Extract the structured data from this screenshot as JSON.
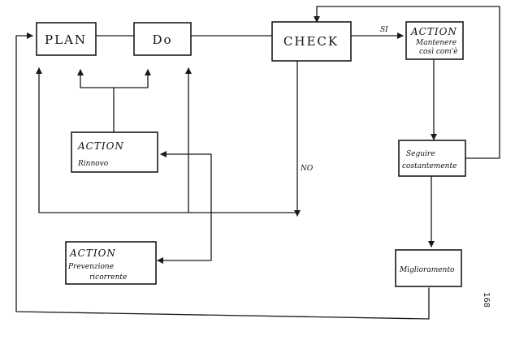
{
  "nodes": {
    "plan": "PLAN",
    "do": "Do",
    "check": "CHECK",
    "action_keep": {
      "title": "ACTION",
      "line1": "Mantenere",
      "line2": "così com'è"
    },
    "follow": {
      "line1": "Seguire",
      "line2": "costantemente"
    },
    "action_rework": {
      "title": "ACTION",
      "line1": "Rinnovo"
    },
    "action_prevention": {
      "title": "ACTION",
      "line1": "Prevenzione",
      "line2": "ricorrente"
    },
    "improvement": "Miglioramento"
  },
  "edge_labels": {
    "yes": "SI",
    "no": "NO"
  },
  "page_number": "168",
  "colors": {
    "ink": "#1a1a1a",
    "paper": "#ffffff"
  }
}
